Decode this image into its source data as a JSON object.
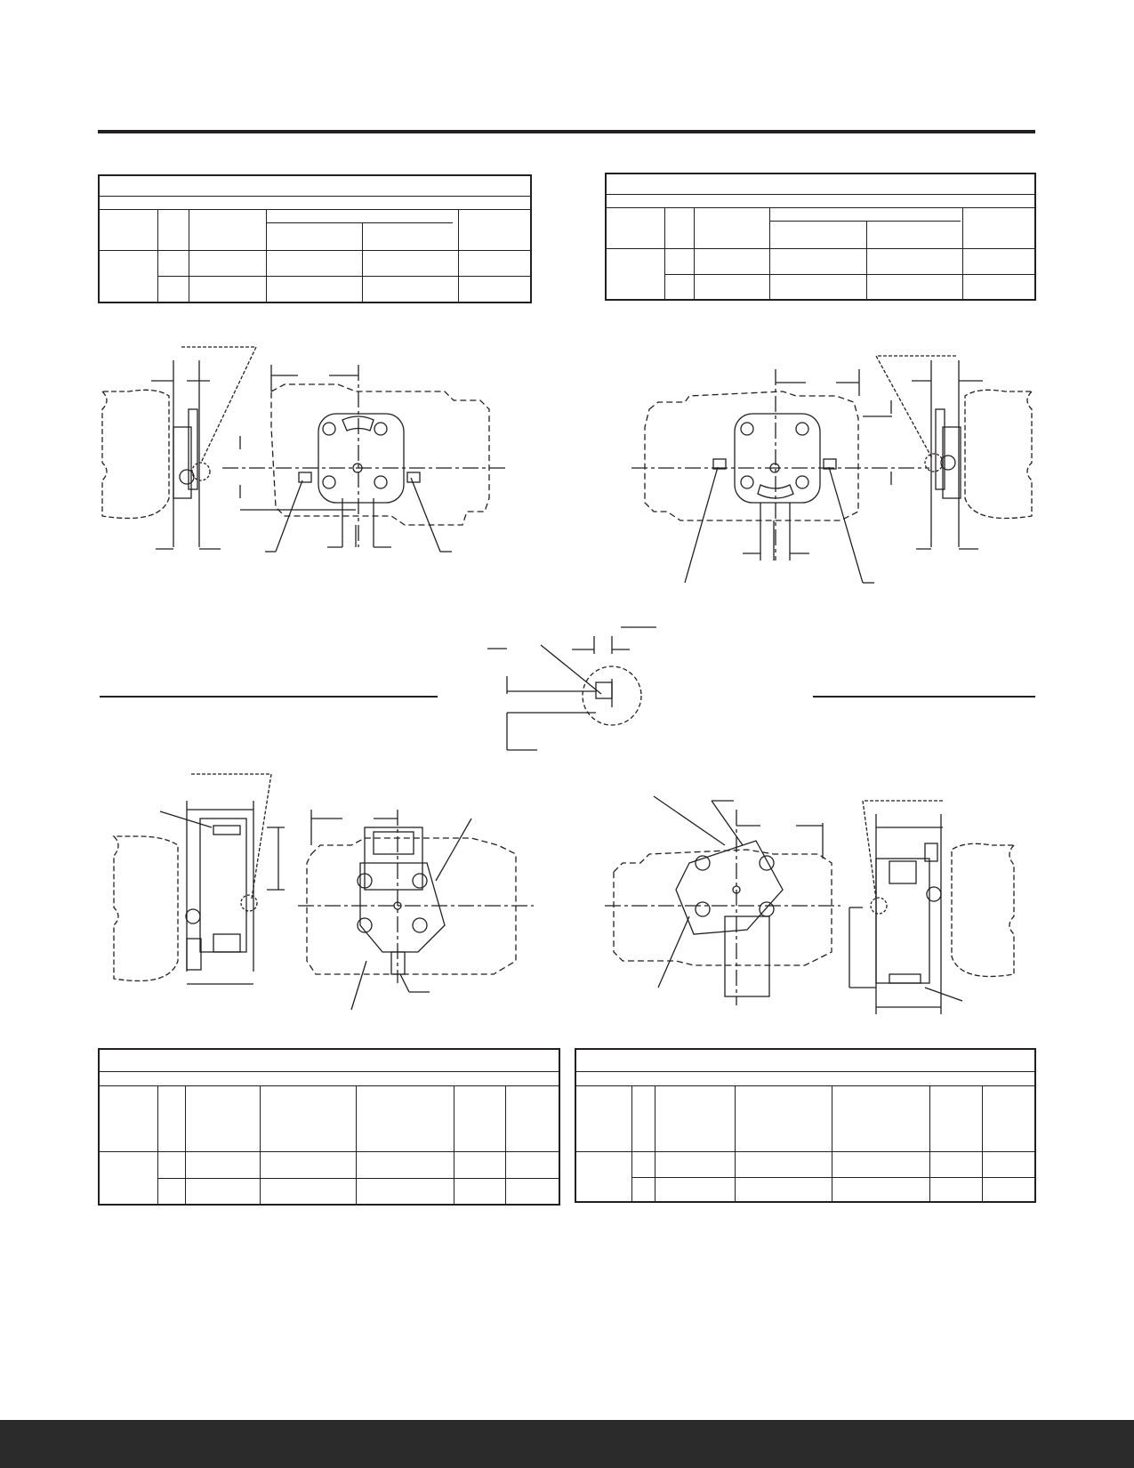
{
  "page": {
    "background_color": "#ffffff",
    "line_color": "#231f20",
    "footer_color": "#2b2b2b"
  },
  "tables": {
    "top_left": {
      "rows_text": []
    },
    "top_right": {
      "rows_text": []
    },
    "bottom_left": {
      "rows_text": []
    },
    "bottom_right": {
      "rows_text": []
    }
  },
  "drawings": {
    "views": [
      "pump-side-view-left",
      "pump-front-view-left",
      "pump-front-view-right",
      "pump-side-view-right",
      "detail-circle",
      "pump-front-view-dual-left",
      "pump-front-view-dual-right"
    ]
  }
}
